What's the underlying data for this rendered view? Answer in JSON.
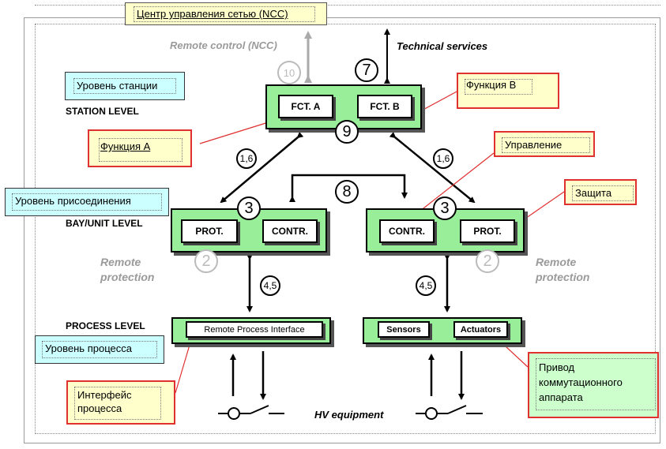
{
  "header_note": "Центр управления сетью (NCC)",
  "labels": {
    "remote_control": "Remote control (NCC)",
    "technical_services": "Technical services",
    "station_level": "STATION  LEVEL",
    "bay_level": "BAY/UNIT LEVEL",
    "process_level": "PROCESS LEVEL",
    "remote_protection_left_1": "Remote",
    "remote_protection_left_2": "protection",
    "remote_protection_right_1": "Remote",
    "remote_protection_right_2": "protection",
    "hv_equipment": "HV equipment"
  },
  "boxes": {
    "fct_a": "FCT. A",
    "fct_b": "FCT. B",
    "prot_left": "PROT.",
    "contr_left": "CONTR.",
    "contr_right": "CONTR.",
    "prot_right": "PROT.",
    "remote_process_interface": "Remote Process Interface",
    "sensors": "Sensors",
    "actuators": "Actuators"
  },
  "numbers": {
    "n10": "10",
    "n7": "7",
    "n9": "9",
    "n16_left": "1,6",
    "n16_right": "1,6",
    "n8": "8",
    "n3_left": "3",
    "n3_right": "3",
    "n2_left": "2",
    "n2_right": "2",
    "n45_left": "4,5",
    "n45_right": "4,5"
  },
  "notes": {
    "station": "Уровень станции",
    "function_b": "Функция В",
    "function_a": "Функция А",
    "control": "Управление",
    "bay": "Уровень присоединения",
    "protection": "Защита",
    "process": "Уровень процесса",
    "interface": "Интерфейс процесса",
    "drive": "Привод коммутационного аппарата"
  },
  "colors": {
    "green_box": "#99ee99",
    "annotation_border": "#e03030",
    "annotation_yellow": "#ffffcc",
    "annotation_cyan": "#ccffff",
    "annotation_green": "#ccffcc",
    "link_arrow": "#1a3cff"
  }
}
